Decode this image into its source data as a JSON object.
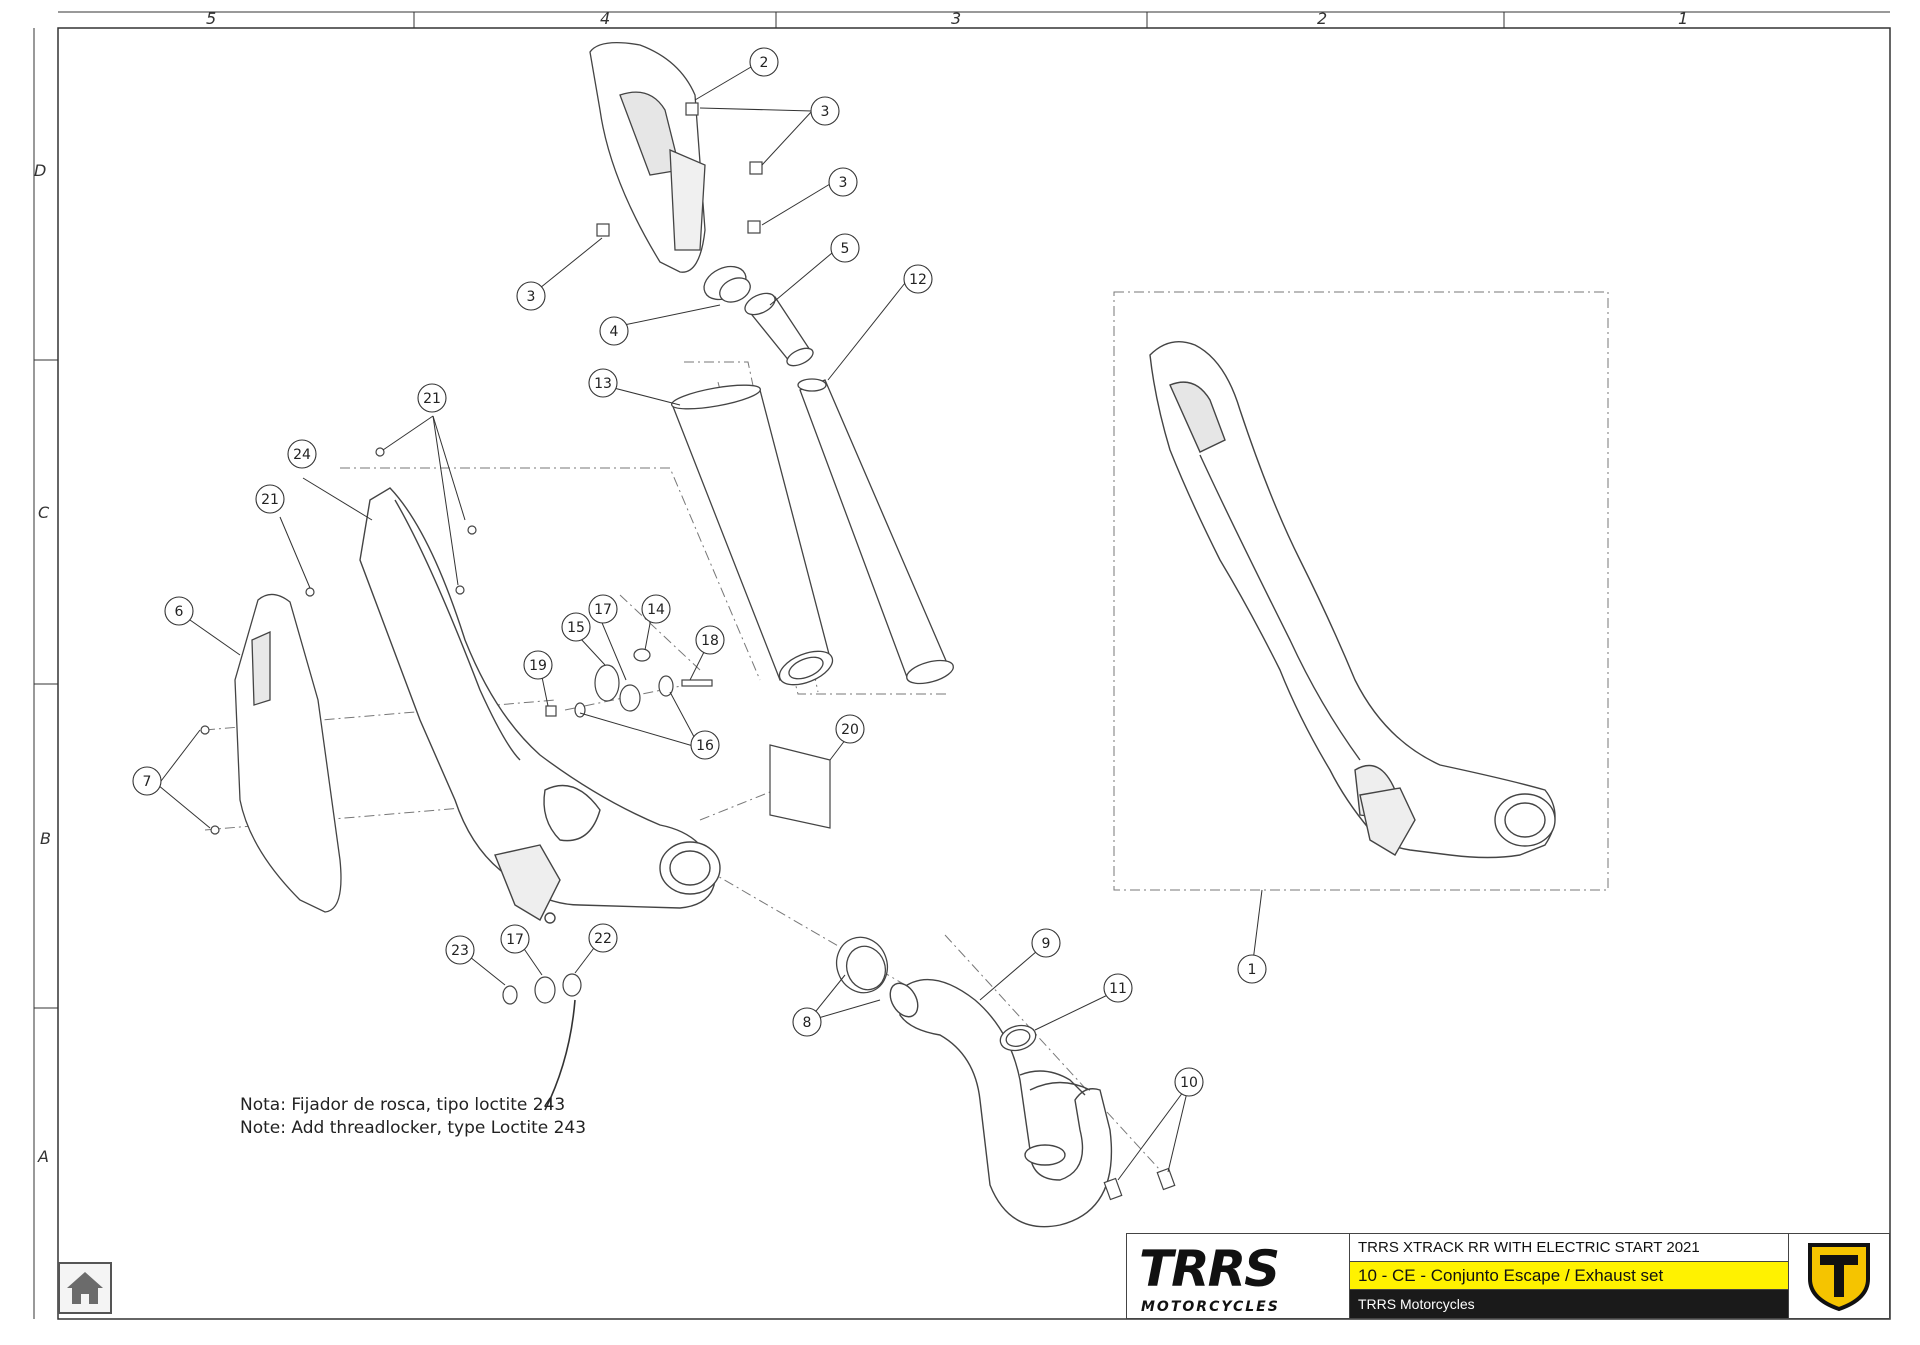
{
  "zones": {
    "columns": [
      "5",
      "4",
      "3",
      "2",
      "1"
    ],
    "rows": [
      "D",
      "C",
      "B",
      "A"
    ]
  },
  "callouts": {
    "c1": "1",
    "c2": "2",
    "c3a": "3",
    "c3b": "3",
    "c3c": "3",
    "c4": "4",
    "c5": "5",
    "c6": "6",
    "c7": "7",
    "c8": "8",
    "c9": "9",
    "c10": "10",
    "c11": "11",
    "c12": "12",
    "c13": "13",
    "c14": "14",
    "c15": "15",
    "c16": "16",
    "c17a": "17",
    "c17b": "17",
    "c18": "18",
    "c19": "19",
    "c20": "20",
    "c21a": "21",
    "c21b": "21",
    "c22": "22",
    "c23": "23",
    "c24": "24"
  },
  "note": {
    "line1": "Nota: Fijador de rosca, tipo loctite 243",
    "line2": "Note: Add threadlocker, type Loctite 243"
  },
  "title_block": {
    "logo_main": "TRRS",
    "logo_sub": "MOTORCYCLES",
    "model": "TRRS XTRACK RR  WITH ELECTRIC START 2021",
    "section": "10 - CE - Conjunto Escape / Exhaust set",
    "company": "TRRS Motorcycles",
    "badge": "T"
  },
  "colors": {
    "section_bar": "#fff200",
    "company_bar": "#1a1a1a",
    "badge_yellow": "#f5c400"
  },
  "icons": {
    "home": "home-icon"
  }
}
